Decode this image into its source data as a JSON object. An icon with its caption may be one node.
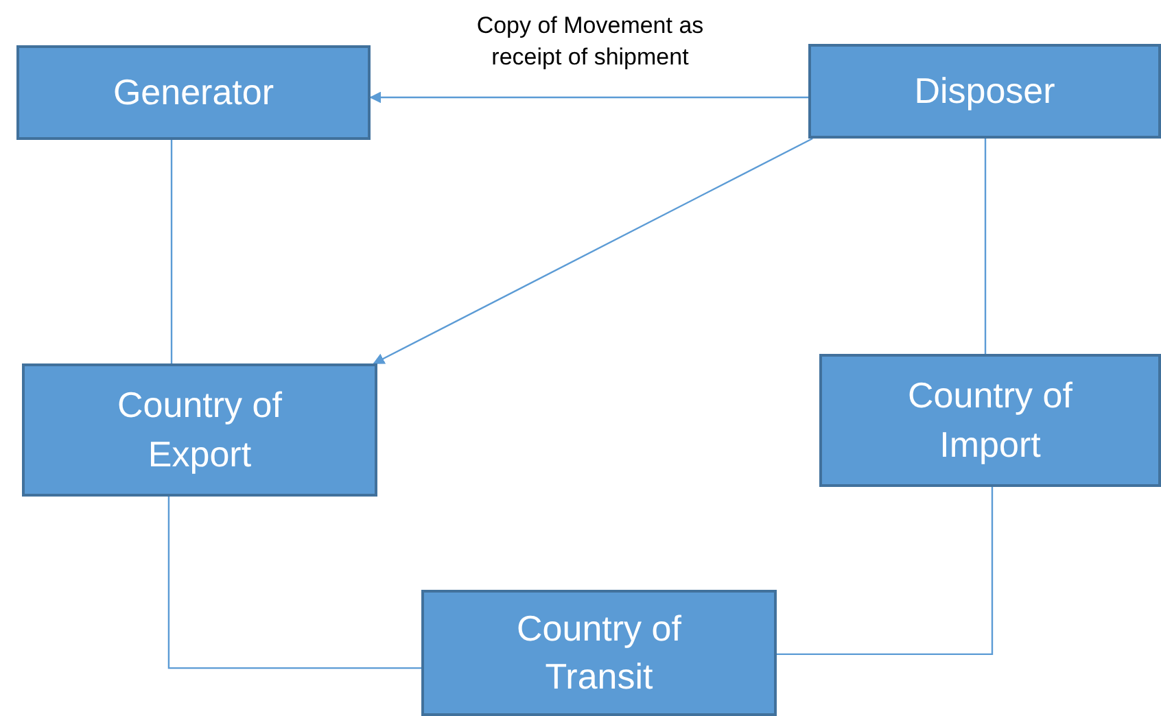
{
  "diagram": {
    "nodes": [
      {
        "text": [
          "Generator"
        ]
      },
      {
        "text": [
          "Disposer"
        ]
      },
      {
        "text": [
          "Country of Export"
        ]
      },
      {
        "text": [
          "Country of Import"
        ]
      },
      {
        "text": [
          "Country of Transit"
        ]
      }
    ],
    "edges": [
      {
        "from": 1,
        "to": 0,
        "arrow": "to",
        "label": "Copy of Movement as receipt of shipment"
      },
      {
        "from": 1,
        "to": 2,
        "arrow": "to"
      },
      {
        "from": 0,
        "to": 2,
        "arrow": "none"
      },
      {
        "from": 1,
        "to": 3,
        "arrow": "none"
      },
      {
        "from": 2,
        "to": 4,
        "arrow": "none"
      },
      {
        "from": 3,
        "to": 4,
        "arrow": "none"
      }
    ]
  }
}
